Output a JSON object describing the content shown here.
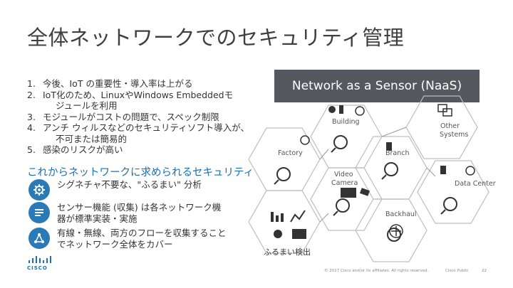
{
  "title": "全体ネットワークでのセキュリティ管理",
  "list": [
    {
      "num": "1.",
      "text": "今後、IoT の重要性・導入率は上がる"
    },
    {
      "num": "2.",
      "text": "IoT化のため、LinuxやWindows Embeddedモ"
    },
    {
      "num": "",
      "text": "ジュールを利用"
    },
    {
      "num": "3.",
      "text": "モジュールがコストの問題で、スペック制限"
    },
    {
      "num": "4.",
      "text": "アンチ ウィルスなどのセキュリティソフト導入が、"
    },
    {
      "num": "",
      "text": "不可または簡易的"
    },
    {
      "num": "5.",
      "text": "感染のリスクが高い"
    }
  ],
  "subhead": "これからネットワークに求められるセキュリティ",
  "features": [
    {
      "lines": [
        "シグネチャ不要な、\"ふるまい\" 分析"
      ],
      "icon": "gear-icon"
    },
    {
      "lines": [
        "センサー機能 (収集) は各ネットワーク機",
        "器が標準実装・実施"
      ],
      "icon": "collect-icon"
    },
    {
      "lines": [
        "有線・無線、両方のフローを収集すること",
        "でネットワーク全体をカバー"
      ],
      "icon": "network-icon"
    }
  ],
  "banner": "Network as a Sensor (NaaS)",
  "hex_labels": {
    "building": "Building",
    "other_systems_1": "Other",
    "other_systems_2": "Systems",
    "factory": "Factory",
    "branch": "Branch",
    "video_camera_1": "Video",
    "video_camera_2": "Camera",
    "data_center": "Data Center",
    "backhaul": "Backhaul"
  },
  "analytics_caption": "ふるまい検出",
  "logo_text": "CISCO",
  "footer": {
    "copyright": "© 2017 Cisco and/or its affiliates. All rights reserved.",
    "classification": "Cisco Public",
    "page": "22"
  },
  "colors": {
    "accent": "#1a6fb5",
    "banner": "#55585e",
    "hex_stroke": "#bdbdbd",
    "icon_dark": "#333333"
  }
}
